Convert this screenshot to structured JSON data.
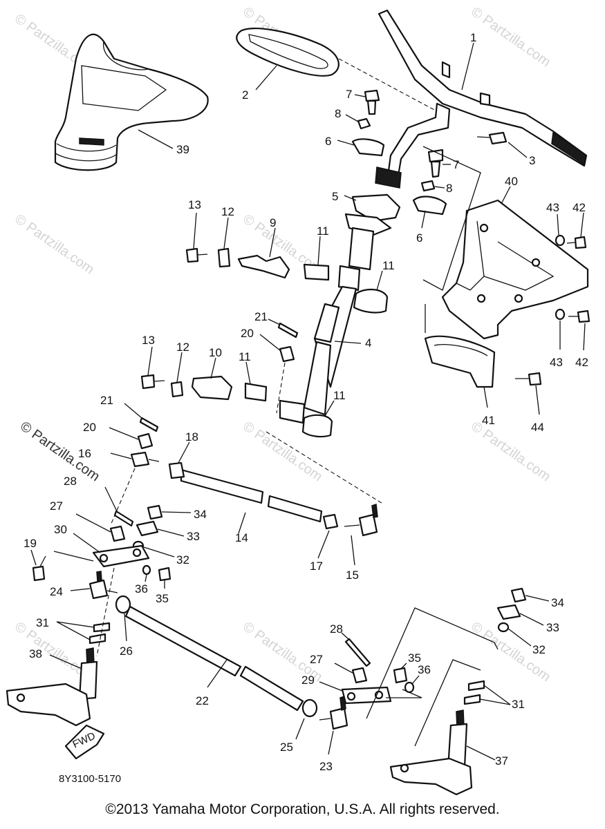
{
  "diagram_code": "8Y3100-5170",
  "copyright": "©2013  Yamaha Motor Corporation, U.S.A. All rights reserved.",
  "watermark": "© Partzilla.com",
  "fwd_label": "FWD",
  "callouts": {
    "c1": "1",
    "c2": "2",
    "c3": "3",
    "c4": "4",
    "c5": "5",
    "c6a": "6",
    "c6b": "6",
    "c7a": "7",
    "c7b": "7",
    "c8a": "8",
    "c8b": "8",
    "c9": "9",
    "c10": "10",
    "c11a": "11",
    "c11b": "11",
    "c11c": "11",
    "c11d": "11",
    "c12a": "12",
    "c12b": "12",
    "c13a": "13",
    "c13b": "13",
    "c14": "14",
    "c15": "15",
    "c16": "16",
    "c17": "17",
    "c18": "18",
    "c19": "19",
    "c20a": "20",
    "c20b": "20",
    "c21a": "21",
    "c21b": "21",
    "c22": "22",
    "c23": "23",
    "c24": "24",
    "c25": "25",
    "c26": "26",
    "c27a": "27",
    "c27b": "27",
    "c28a": "28",
    "c28b": "28",
    "c29": "29",
    "c30": "30",
    "c31a": "31",
    "c31b": "31",
    "c32a": "32",
    "c32b": "32",
    "c33a": "33",
    "c33b": "33",
    "c34a": "34",
    "c34b": "34",
    "c35a": "35",
    "c35b": "35",
    "c36a": "36",
    "c36b": "36",
    "c37": "37",
    "c38": "38",
    "c39": "39",
    "c40": "40",
    "c41": "41",
    "c42a": "42",
    "c42b": "42",
    "c43a": "43",
    "c43b": "43",
    "c44": "44"
  }
}
